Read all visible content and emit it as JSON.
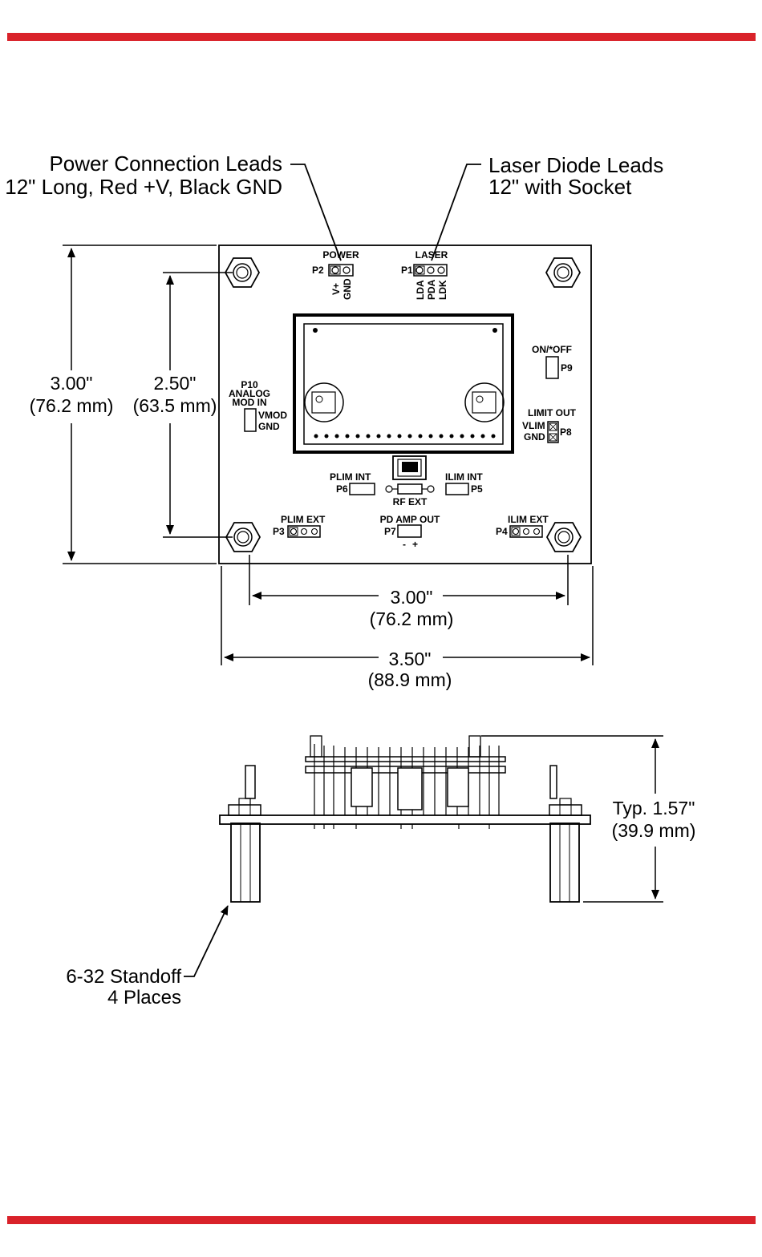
{
  "callouts": {
    "power_line1": "Power Connection Leads",
    "power_line2": "12\" Long, Red +V, Black GND",
    "laser_line1": "Laser Diode Leads",
    "laser_line2": "12\" with Socket",
    "standoff_line1": "6-32 Standoff",
    "standoff_line2": "4 Places"
  },
  "dimensions": {
    "height_outer_in": "3.00\"",
    "height_outer_mm": "(76.2 mm)",
    "height_inner_in": "2.50\"",
    "height_inner_mm": "(63.5 mm)",
    "width_inner_in": "3.00\"",
    "width_inner_mm": "(76.2 mm)",
    "width_outer_in": "3.50\"",
    "width_outer_mm": "(88.9 mm)",
    "side_height_in": "Typ. 1.57\"",
    "side_height_mm": "(39.9 mm)"
  },
  "pcb_labels": {
    "power": "POWER",
    "p2": "P2",
    "v_plus": "V+",
    "gnd": "GND",
    "laser": "LASER",
    "p1": "P1",
    "lda": "LDA",
    "pda": "PDA",
    "ldk": "LDK",
    "on_off": "ON/*OFF",
    "p9": "P9",
    "p10": "P10",
    "analog": "ANALOG",
    "mod_in": "MOD IN",
    "vmod": "VMOD",
    "gnd2": "GND",
    "limit_out": "LIMIT OUT",
    "vlim": "VLIM",
    "gnd3": "GND",
    "p8": "P8",
    "plim_int": "PLIM INT",
    "p6": "P6",
    "ilim_int": "ILIM INT",
    "p5": "P5",
    "rf_ext": "RF EXT",
    "plim_ext": "PLIM EXT",
    "p3": "P3",
    "pd_amp_out": "PD AMP OUT",
    "p7": "P7",
    "minus": "-",
    "plus": "+",
    "ilim_ext": "ILIM EXT",
    "p4": "P4"
  }
}
